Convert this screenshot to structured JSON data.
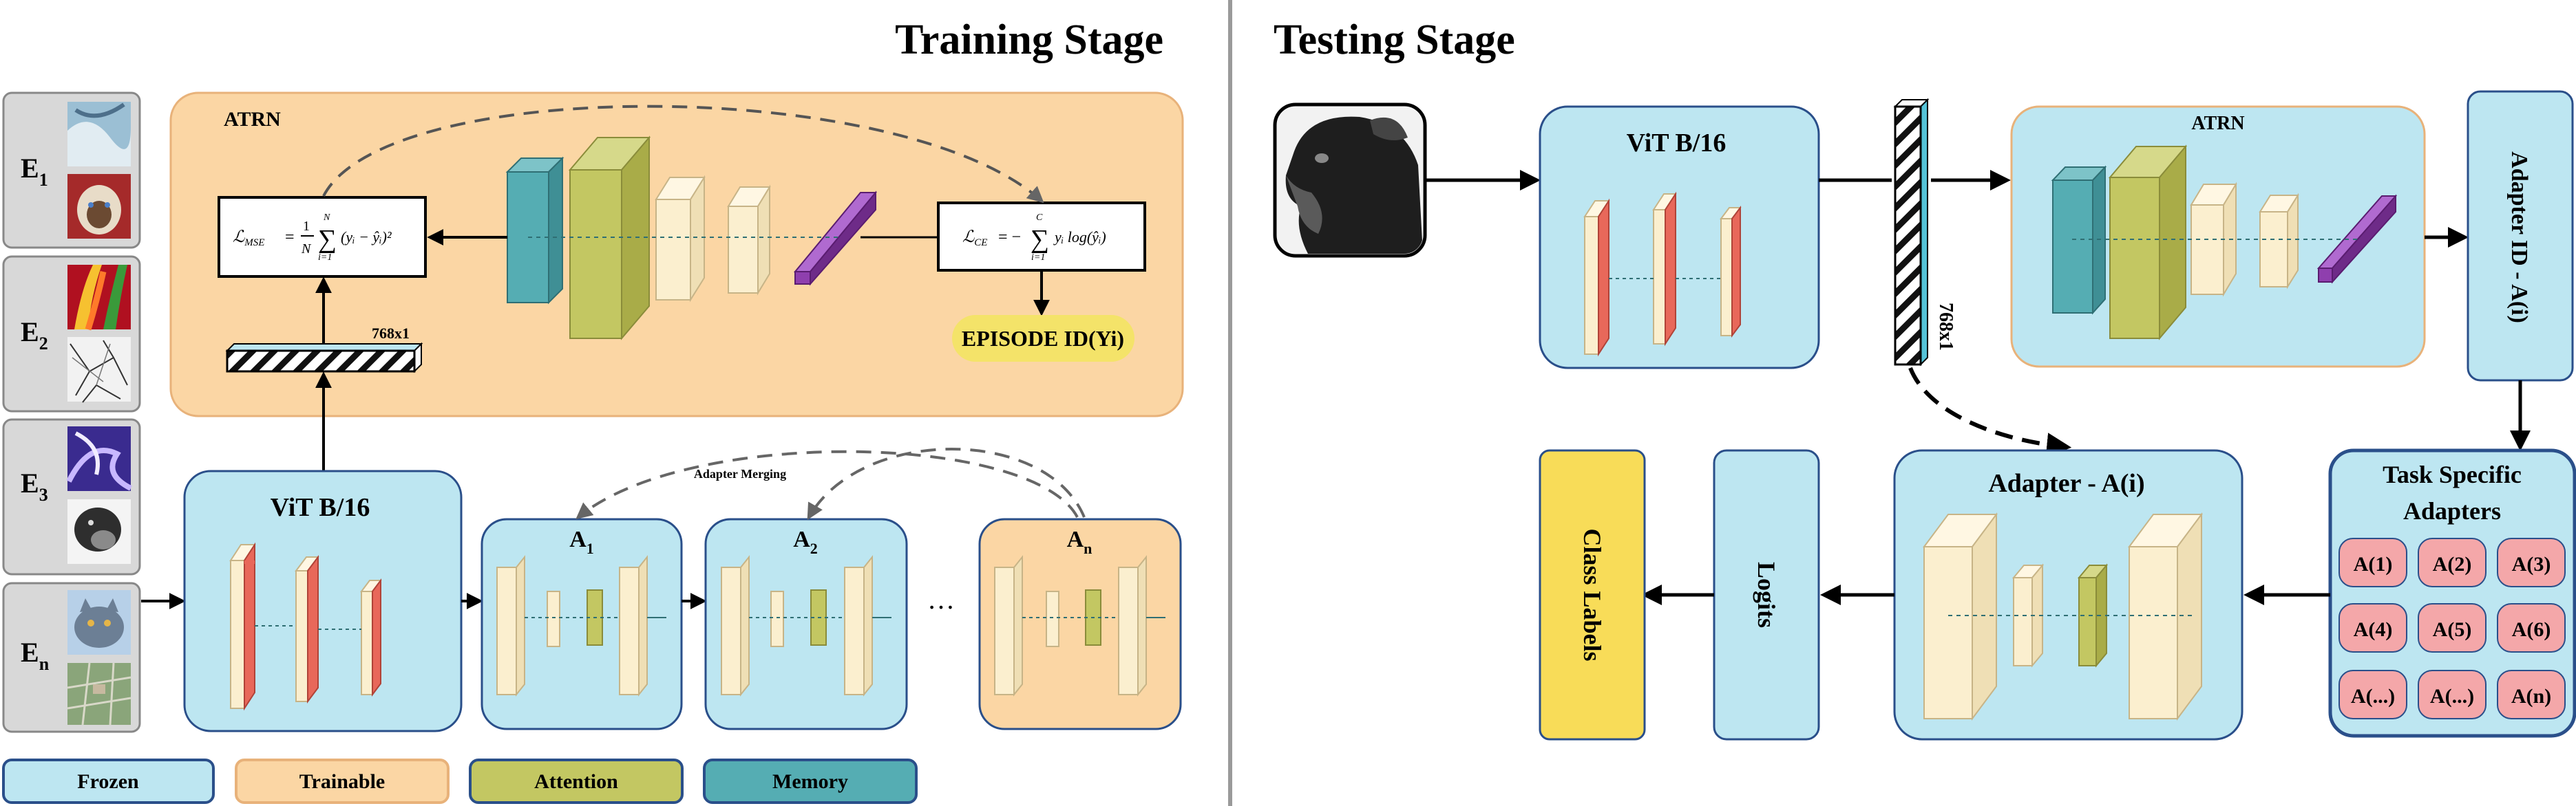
{
  "titles": {
    "training": "Training Stage",
    "testing": "Testing Stage"
  },
  "episodes": [
    {
      "label": "E",
      "sub": "1"
    },
    {
      "label": "E",
      "sub": "2"
    },
    {
      "label": "E",
      "sub": "3"
    },
    {
      "label": "E",
      "sub": "n"
    }
  ],
  "training": {
    "atrn_label": "ATRN",
    "mse_formula": "ℒ_MSE = (1/N) Σ_{i=1}^{N} (yᵢ − ŷᵢ)²",
    "mse_parts": {
      "L": "ℒ",
      "L_sub": "MSE",
      "eq": "=",
      "one": "1",
      "N": "N",
      "sum_top": "N",
      "sum_bottom": "i=1",
      "term": "(yᵢ − ŷᵢ)²"
    },
    "ce_formula": "ℒ_CE = − Σ_{i=1}^{C} yᵢ log(ŷᵢ)",
    "ce_parts": {
      "L": "ℒ",
      "L_sub": "CE",
      "eq": "= −",
      "sum_top": "C",
      "sum_bottom": "i=1",
      "term": "yᵢ log(ŷᵢ)"
    },
    "episode_id": "EPISODE ID(Yi)",
    "embedding_dim": "768x1",
    "vit_label": "ViT B/16",
    "adapter_merging": "Adapter Merging",
    "adapters": [
      {
        "label": "A",
        "sub": "1"
      },
      {
        "label": "A",
        "sub": "2"
      },
      {
        "label": "A",
        "sub": "n"
      }
    ],
    "ellipsis": "…"
  },
  "legend": [
    {
      "label": "Frozen",
      "fill": "#bde6f1",
      "stroke": "#2a4f8a"
    },
    {
      "label": "Trainable",
      "fill": "#fbd6a4",
      "stroke": "#e8b27a"
    },
    {
      "label": "Attention",
      "fill": "#c3c762",
      "stroke": "#2a4f8a"
    },
    {
      "label": "Memory",
      "fill": "#55adb3",
      "stroke": "#2a4f8a"
    }
  ],
  "testing": {
    "vit_label": "ViT B/16",
    "embedding_dim": "768x1",
    "atrn_label": "ATRN",
    "adapter_id": "Adapter ID - A(i)",
    "task_specific": [
      "Task Specific",
      "Adapters"
    ],
    "adapter_grid": [
      "A(1)",
      "A(2)",
      "A(3)",
      "A(4)",
      "A(5)",
      "A(6)",
      "A(...)",
      "A(...)",
      "A(n)"
    ],
    "adapter_i": "Adapter - A(i)",
    "logits": "Logits",
    "class_labels": "Class Labels"
  },
  "colors": {
    "frozen": "#bde6f1",
    "trainable": "#fbd6a4",
    "attention": "#c3c762",
    "memory": "#55adb3",
    "vit_red": "#e8685a",
    "cream": "#fbefcf",
    "purple": "#8f3fae",
    "class_yellow": "#f8dc58",
    "episode_yellow": "#f4e369",
    "adapter_pink": "#f4a7a9",
    "panel_gray": "#d8d8d8",
    "stroke_blue": "#2a4f8a"
  }
}
